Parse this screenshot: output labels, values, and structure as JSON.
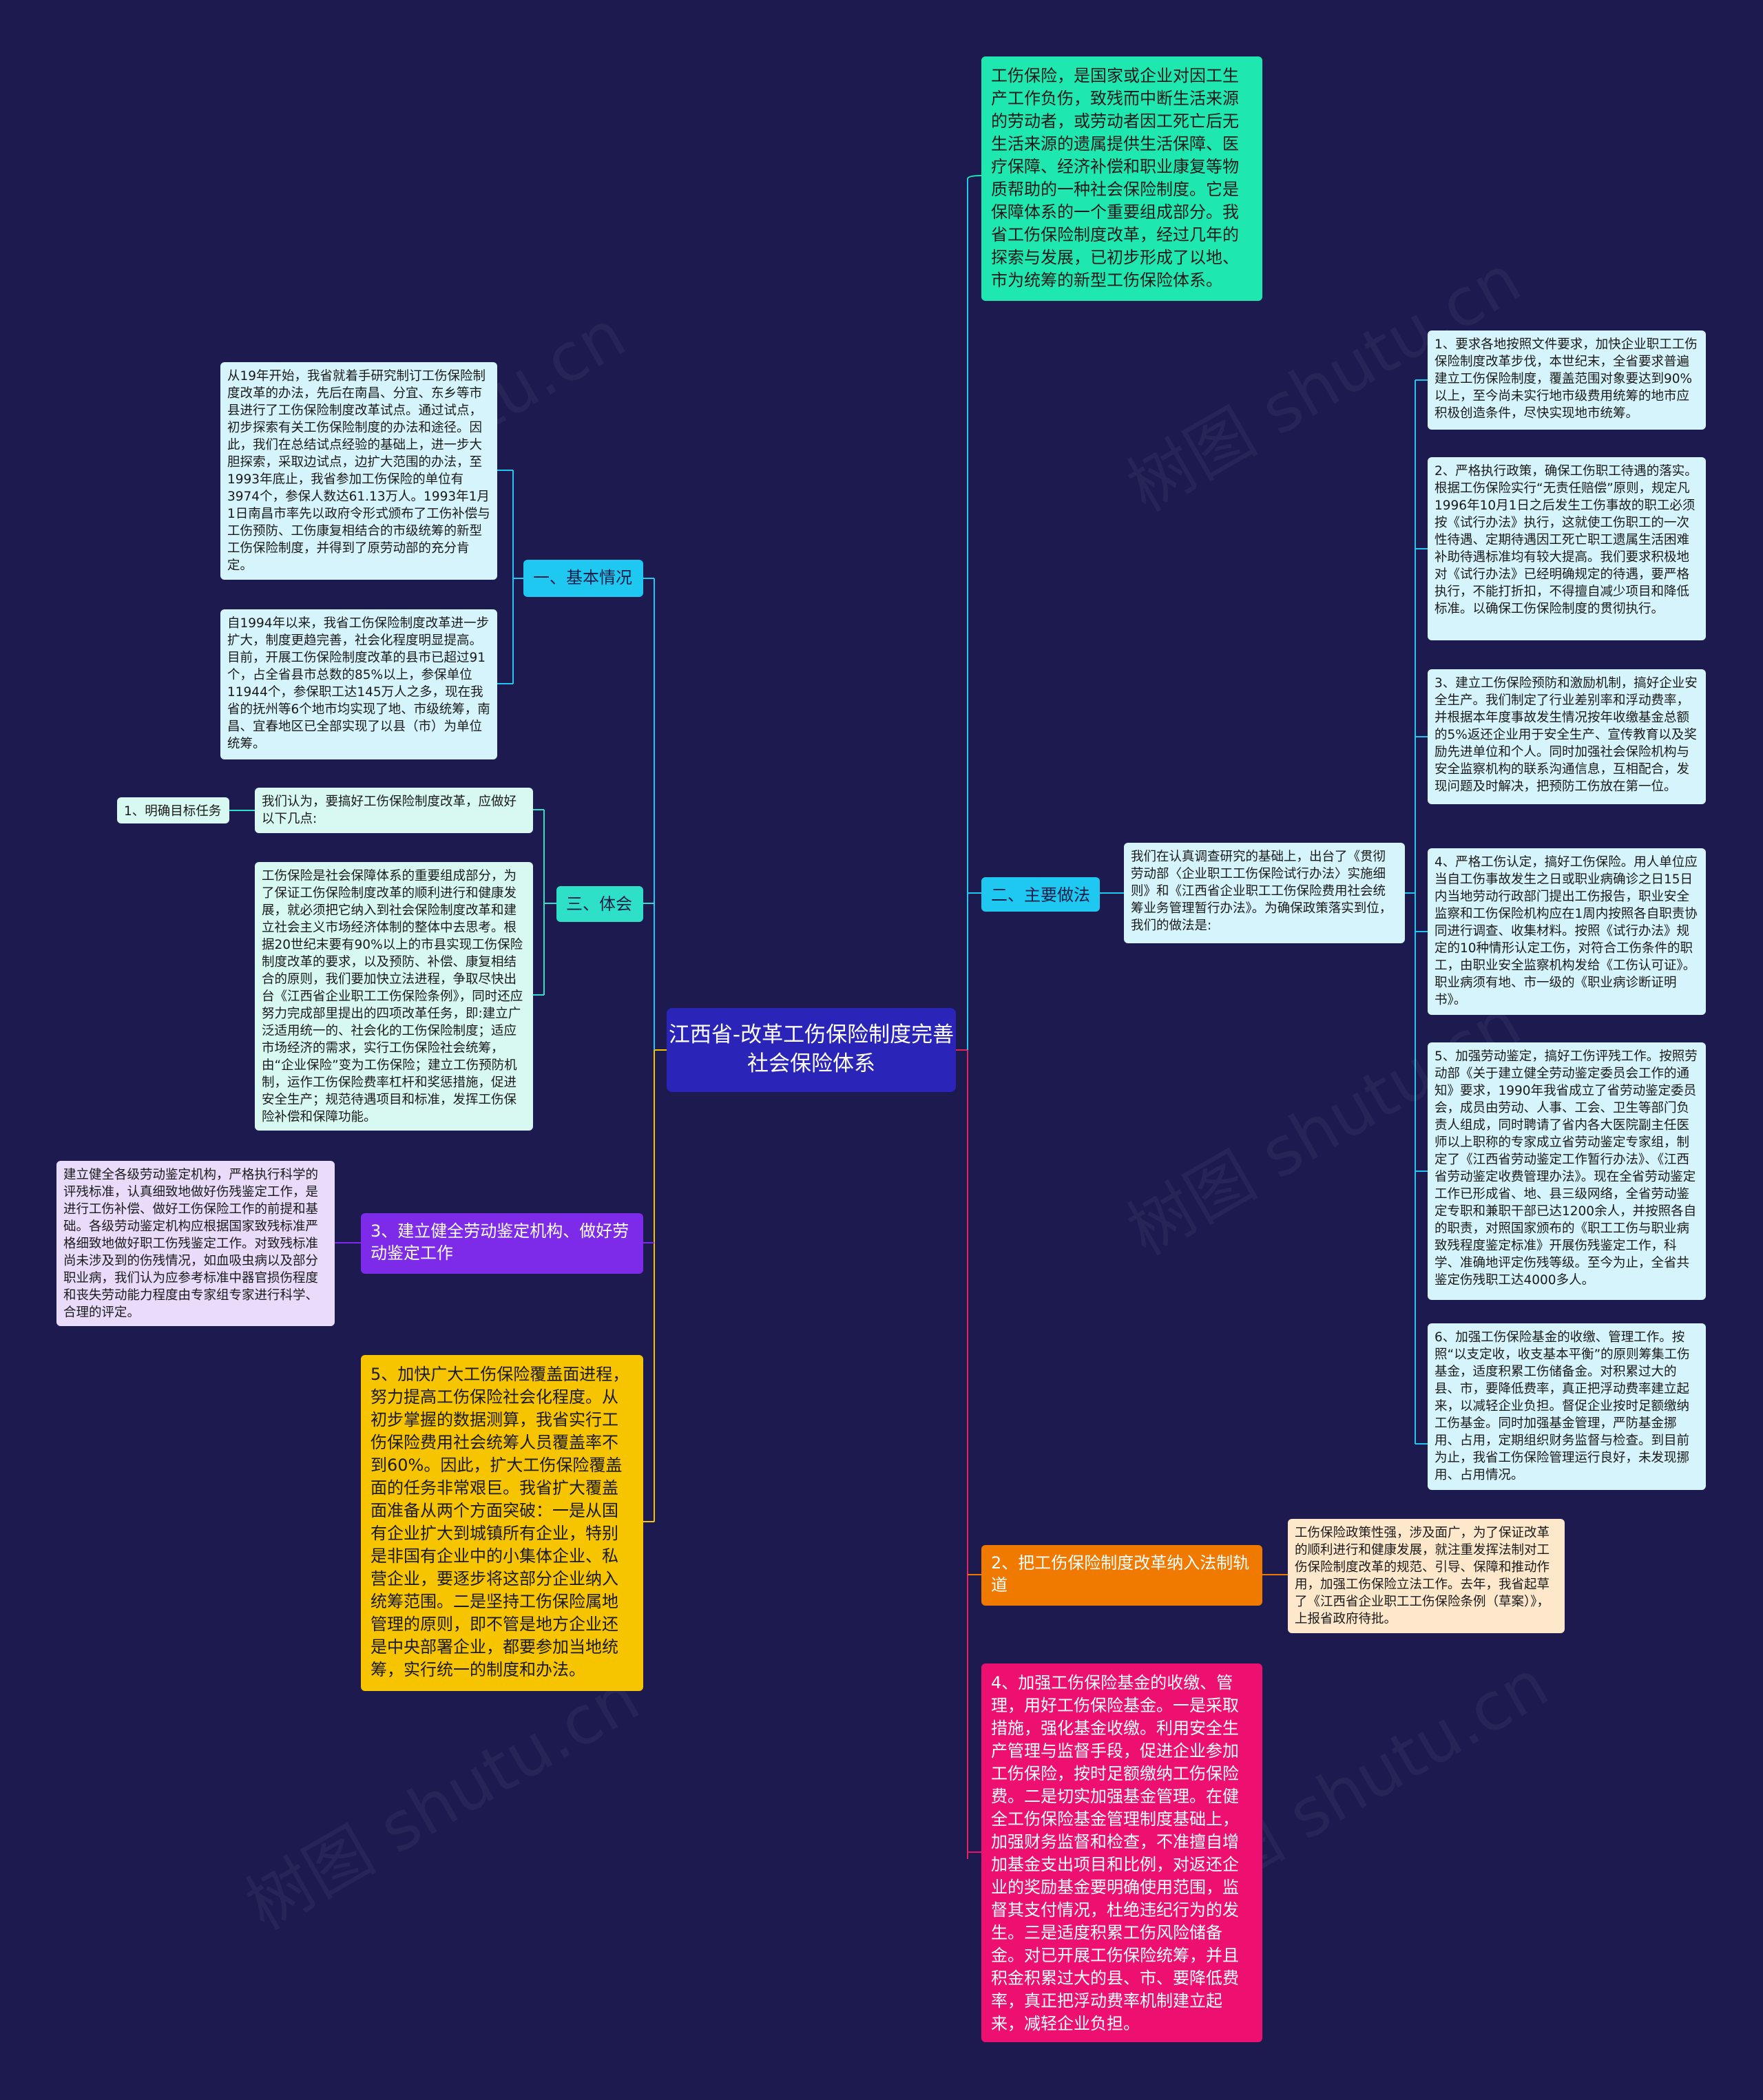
{
  "root": {
    "title": "江西省-改革工伤保险制度完善社会保险体系"
  },
  "colors": {
    "background": "#1c1a4e",
    "root": "#2a25b8",
    "intro": "#1ee8b0",
    "cyan_branch": "#1ec8f0",
    "cyan_leaf": "#d6f4fb",
    "teal_branch": "#2fe0c8",
    "teal_leaf": "#d8f8f2",
    "purple_branch": "#7d2be8",
    "purple_leaf": "#e9dcfa",
    "yellow_branch": "#f7c400",
    "orange_branch": "#f07a00",
    "orange_leaf": "#fde8cc",
    "pink_branch": "#ee1070"
  },
  "right": {
    "intro": "工伤保险，是国家或企业对因工生产工作负伤，致残而中断生活来源的劳动者，或劳动者因工死亡后无生活来源的遗属提供生活保障、医疗保障、经济补偿和职业康复等物质帮助的一种社会保险制度。它是保障体系的一个重要组成部分。我省工伤保险制度改革，经过几年的探索与发展，已初步形成了以地、市为统筹的新型工伤保险体系。",
    "practices": {
      "label": "二、主要做法",
      "summary": "我们在认真调查研究的基础上，出台了《贯彻劳动部〈企业职工工伤保险试行办法〉实施细则》和《江西省企业职工工伤保险费用社会统筹业务管理暂行办法》。为确保政策落实到位，我们的做法是:",
      "items": [
        "1、要求各地按照文件要求，加快企业职工工伤保险制度改革步伐，本世纪末，全省要求普遍建立工伤保险制度，覆盖范围对象要达到90%以上，至今尚未实行地市级费用统筹的地市应积极创造条件，尽快实现地市统筹。",
        "2、严格执行政策，确保工伤职工待遇的落实。根据工伤保险实行“无责任赔偿”原则，规定凡1996年10月1日之后发生工伤事故的职工必须按《试行办法》执行，这就使工伤职工的一次性待遇、定期待遇因工死亡职工遗属生活困难补助待遇标准均有较大提高。我们要求积极地对《试行办法》已经明确规定的待遇，要严格执行，不能打折扣，不得擅自减少项目和降低标准。以确保工伤保险制度的贯彻执行。",
        "3、建立工伤保险预防和激励机制，搞好企业安全生产。我们制定了行业差别率和浮动费率，并根据本年度事故发生情况按年收缴基金总额的5%返还企业用于安全生产、宣传教育以及奖励先进单位和个人。同时加强社会保险机构与安全监察机构的联系沟通信息，互相配合，发现问题及时解决，把预防工伤放在第一位。",
        "4、严格工伤认定，搞好工伤保险。用人单位应当自工伤事故发生之日或职业病确诊之日15日内当地劳动行政部门提出工伤报告，职业安全监察和工伤保险机构应在1周内按照各自职责协同进行调查、收集材料。按照《试行办法》规定的10种情形认定工伤，对符合工伤条件的职工，由职业安全监察机构发给《工伤认可证》。职业病须有地、市一级的《职业病诊断证明书》。",
        "5、加强劳动鉴定，搞好工伤评残工作。按照劳动部《关于建立健全劳动鉴定委员会工作的通知》要求，1990年我省成立了省劳动鉴定委员会，成员由劳动、人事、工会、卫生等部门负责人组成，同时聘请了省内各大医院副主任医师以上职称的专家成立省劳动鉴定专家组，制定了《江西省劳动鉴定工作暂行办法》、《江西省劳动鉴定收费管理办法》。现在全省劳动鉴定工作已形成省、地、县三级网络，全省劳动鉴定专职和兼职干部已达1200余人，并按照各自的职责，对照国家颁布的《职工工伤与职业病致残程度鉴定标准》开展伤残鉴定工作，科学、准确地评定伤残等级。至今为止，全省共鉴定伤残职工达4000多人。",
        "6、加强工伤保险基金的收缴、管理工作。按照“以支定收，收支基本平衡”的原则筹集工伤基金，适度积累工伤储备金。对积累过大的县、市，要降低费率，真正把浮动费率建立起来，以减轻企业负担。督促企业按时足额缴纳工伤基金。同时加强基金管理，严防基金挪用、占用，定期组织财务监督与检查。到目前为止，我省工伤保险管理运行良好，未发现挪用、占用情况。"
      ]
    },
    "law": {
      "label": "2、把工伤保险制度改革纳入法制轨道",
      "detail": "工伤保险政策性强，涉及面广，为了保证改革的顺利进行和健康发展，就注重发挥法制对工伤保险制度改革的规范、引导、保障和推动作用，加强工伤保险立法工作。去年，我省起草了《江西省企业职工工伤保险条例（草案）》，上报省政府待批。"
    },
    "fund": "4、加强工伤保险基金的收缴、管理，用好工伤保险基金。一是采取措施，强化基金收缴。利用安全生产管理与监督手段，促进企业参加工伤保险，按时足额缴纳工伤保险费。二是切实加强基金管理。在健全工伤保险基金管理制度基础上，加强财务监督和检查，不准擅自增加基金支出项目和比例，对返还企业的奖励基金要明确使用范围，监督其支付情况，杜绝违纪行为的发生。三是适度积累工伤风险储备金。对已开展工伤保险统筹，并且积金积累过大的县、市、要降低费率，真正把浮动费率机制建立起来，减轻企业负担。"
  },
  "left": {
    "basic": {
      "label": "一、基本情况",
      "items": [
        "从19年开始，我省就着手研究制订工伤保险制度改革的办法，先后在南昌、分宜、东乡等市县进行了工伤保险制度改革试点。通过试点，初步探索有关工伤保险制度的办法和途径。因此，我们在总结试点经验的基础上，进一步大胆探索，采取边试点，边扩大范围的办法，至1993年底止，我省参加工伤保险的单位有3974个，参保人数达61.13万人。1993年1月1日南昌市率先以政府令形式颁布了工伤补偿与工伤预防、工伤康复相结合的市级统筹的新型工伤保险制度，并得到了原劳动部的充分肯定。",
        "自1994年以来，我省工伤保险制度改革进一步扩大，制度更趋完善，社会化程度明显提高。目前，开展工伤保险制度改革的县市已超过91个，占全省县市总数的85%以上，参保单位11944个，参保职工达145万人之多，现在我省的抚州等6个地市均实现了地、市级统筹，南昌、宜春地区已全部实现了以县（市）为单位统筹。"
      ]
    },
    "experience": {
      "label": "三、体会",
      "intro": "我们认为，要搞好工伤保险制度改革，应做好以下几点:",
      "goal": "1、明确目标任务",
      "detail": "工伤保险是社会保障体系的重要组成部分，为了保证工伤保险制度改革的顺利进行和健康发展，就必须把它纳入到社会保险制度改革和建立社会主义市场经济体制的整体中去思考。根据20世纪末要有90%以上的市县实现工伤保险制度改革的要求，以及预防、补偿、康复相结合的原则，我们要加快立法进程，争取尽快出台《江西省企业职工工伤保险条例》，同时还应努力完成部里提出的四项改革任务，即:建立广泛适用统一的、社会化的工伤保险制度；适应市场经济的需求，实行工伤保险社会统筹，由“企业保险”变为工伤保险；建立工伤预防机制，运作工伤保险费率杠杆和奖惩措施，促进安全生产；规范待遇项目和标准，发挥工伤保险补偿和保障功能。"
    },
    "appraisal": {
      "label": "3、建立健全劳动鉴定机构、做好劳动鉴定工作",
      "detail": "建立健全各级劳动鉴定机构，严格执行科学的评残标准，认真细致地做好伤残鉴定工作，是进行工伤补偿、做好工伤保险工作的前提和基础。各级劳动鉴定机构应根据国家致残标准严格细致地做好职工伤残鉴定工作。对致残标准尚未涉及到的伤残情况，如血吸虫病以及部分职业病，我们认为应参考标准中器官损伤程度和丧失劳动能力程度由专家组专家进行科学、合理的评定。"
    },
    "coverage": "5、加快广大工伤保险覆盖面进程，努力提高工伤保险社会化程度。从初步掌握的数据测算，我省实行工伤保险费用社会统筹人员覆盖率不到60%。因此，扩大工伤保险覆盖面的任务非常艰巨。我省扩大覆盖面准备从两个方面突破：一是从国有企业扩大到城镇所有企业，特别是非国有企业中的小集体企业、私营企业，要逐步将这部分企业纳入统筹范围。二是坚持工伤保险属地管理的原则，即不管是地方企业还是中央部署企业，都要参加当地统筹，实行统一的制度和办法。"
  },
  "watermark": "树图 shutu.cn"
}
